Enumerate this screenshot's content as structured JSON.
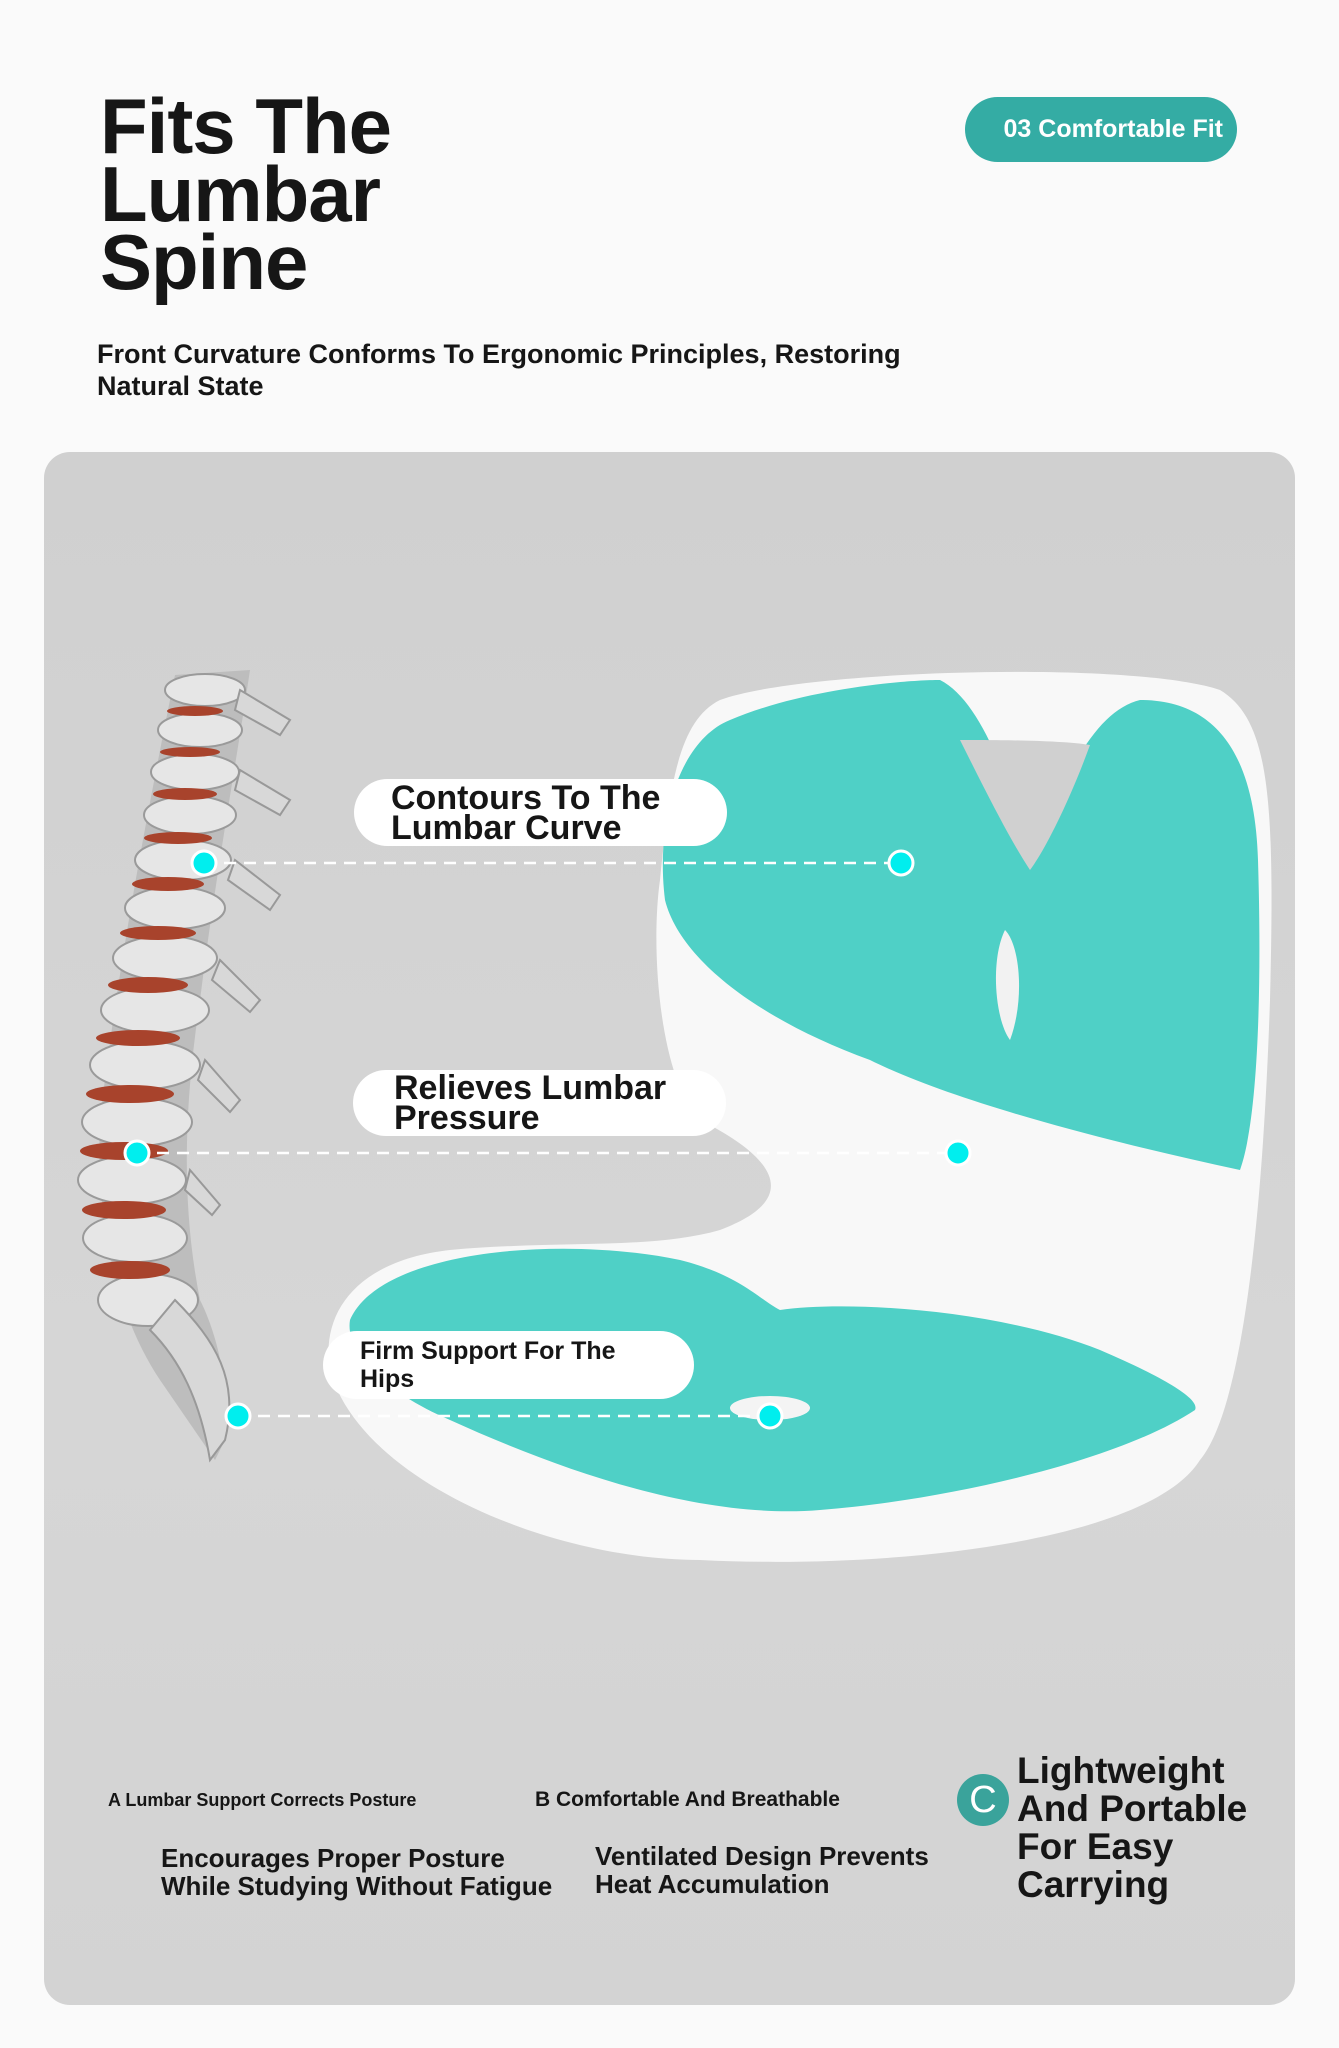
{
  "header": {
    "title_lines": [
      "Fits The",
      "Lumbar",
      "Spine"
    ],
    "subtitle_lines": [
      "Front Curvature Conforms To Ergonomic Principles, Restoring",
      "Natural State"
    ],
    "badge": "03 Comfortable Fit"
  },
  "callouts": [
    {
      "lines": [
        "Contours To The",
        "Lumbar Curve"
      ]
    },
    {
      "lines": [
        "Relieves Lumbar",
        "Pressure"
      ]
    },
    {
      "lines": [
        "Firm Support For The",
        "Hips"
      ]
    }
  ],
  "features": {
    "a": {
      "title": "A Lumbar Support Corrects Posture",
      "desc_lines": [
        "Encourages Proper Posture",
        "While Studying Without Fatigue"
      ]
    },
    "b": {
      "title": "B Comfortable And Breathable",
      "desc_lines": [
        "Ventilated Design Prevents",
        "Heat Accumulation"
      ]
    },
    "c": {
      "letter": "C",
      "lines": [
        "Lightweight",
        "And Portable",
        "For Easy",
        "Carrying"
      ]
    }
  },
  "colors": {
    "accent": "#34aca4",
    "cushion": "#4fd0c6",
    "dot": "#00eeee"
  }
}
